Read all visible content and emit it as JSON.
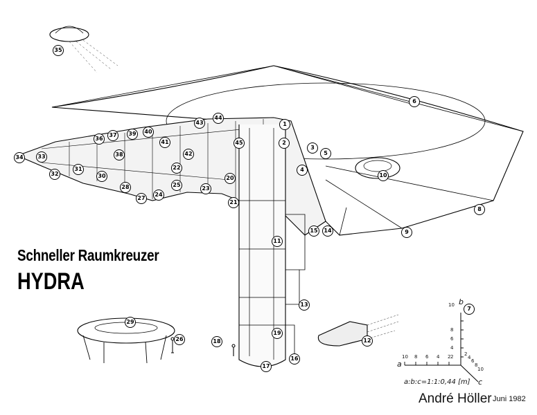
{
  "title": {
    "line1": "Schneller Raumkreuzer",
    "line2": "HYDRA"
  },
  "author": "André Höller",
  "date": "Juni 1982",
  "scale": {
    "ratio": "a:b:c=1:1:0,44 [m]",
    "axis_a": "a",
    "axis_b": "b",
    "axis_c": "c",
    "a_ticks": [
      "10",
      "8",
      "6",
      "4",
      "2"
    ],
    "b_ticks": [
      "10",
      "8",
      "6",
      "4",
      "2"
    ],
    "c_ticks": [
      "2",
      "4",
      "6",
      "8",
      "10"
    ]
  },
  "callouts": [
    "1",
    "2",
    "3",
    "4",
    "5",
    "6",
    "7",
    "8",
    "9",
    "10",
    "11",
    "12",
    "13",
    "14",
    "15",
    "16",
    "17",
    "18",
    "19",
    "20",
    "21",
    "22",
    "23",
    "24",
    "25",
    "26",
    "27",
    "28",
    "29",
    "30",
    "31",
    "32",
    "33",
    "34",
    "35",
    "36",
    "37",
    "38",
    "39",
    "40",
    "41",
    "42",
    "43",
    "44",
    "45"
  ]
}
